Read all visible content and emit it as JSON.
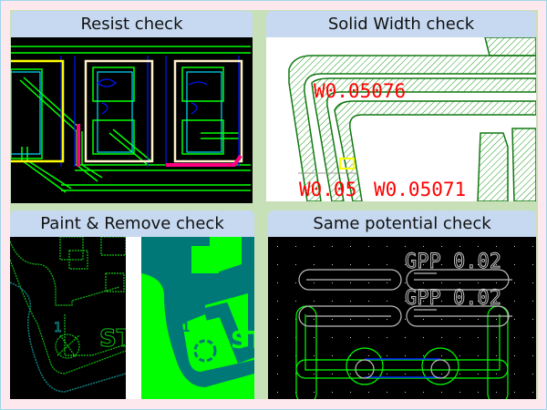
{
  "panels": {
    "resist": {
      "title": "Resist check"
    },
    "solid_width": {
      "title": "Solid Width check",
      "labels": [
        "W0.05076",
        "W0.05071",
        "W0.05"
      ]
    },
    "paint_remove": {
      "title": "Paint & Remove check",
      "silk_text": "ST",
      "pin_label": "1"
    },
    "same_potential": {
      "title": "Same potential check",
      "labels": [
        "GPP 0.02",
        "GPP 0.02"
      ]
    }
  },
  "colors": {
    "background": "#fde8ee",
    "panel_bg": "#c8e0b8",
    "header": "#c6d9f0",
    "trace": "#00ff00",
    "error": "#ff0080",
    "label_red": "#ff0000"
  }
}
